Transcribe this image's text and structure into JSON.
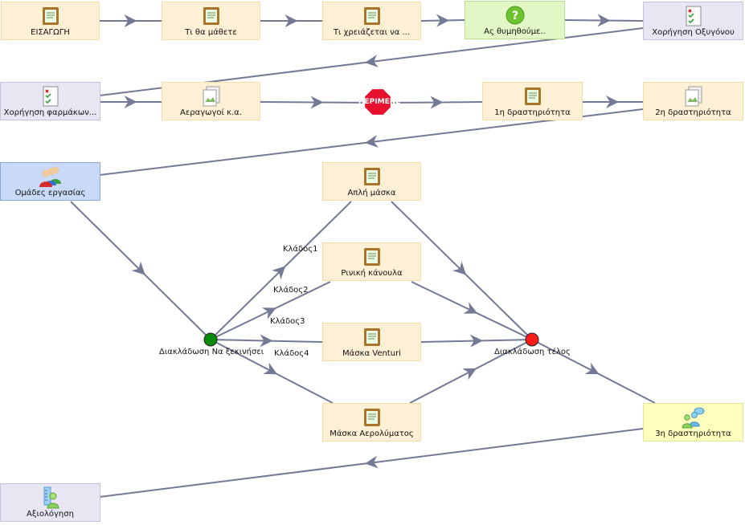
{
  "nodes": [
    {
      "id": "eisagogi",
      "label": "ΕΙΣΑΓΩΓΗ",
      "style": "activity",
      "icon": "notebook-icon"
    },
    {
      "id": "ti-tha-mathete",
      "label": "Τι θα μάθετε",
      "style": "activity",
      "icon": "notebook-icon"
    },
    {
      "id": "ti-xreiazetai",
      "label": "Τι χρειάζεται να ...",
      "style": "activity",
      "icon": "notebook-icon"
    },
    {
      "id": "as-thymithoume",
      "label": "Ας θυμηθούμε..",
      "style": "quiz",
      "icon": "question-icon"
    },
    {
      "id": "xorigisi-oxygonou",
      "label": "Χορήγηση Οξυγόνου",
      "style": "purple",
      "icon": "checklist-icon"
    },
    {
      "id": "xorigisi-farmakon",
      "label": "Χορήγηση φαρμάκων...",
      "style": "purple",
      "icon": "checklist-icon"
    },
    {
      "id": "aeragogoi",
      "label": "Αεραγωγοί κ.α.",
      "style": "activity",
      "icon": "resources-icon"
    },
    {
      "id": "drastiriotita-1",
      "label": "1η δραστηριότητα",
      "style": "activity",
      "icon": "notebook-icon"
    },
    {
      "id": "drastiriotita-2",
      "label": "2η δραστηριότητα",
      "style": "activity",
      "icon": "resources-icon"
    },
    {
      "id": "omades-ergasias",
      "label": "Ομάδες εργασίας",
      "style": "blue",
      "icon": "group-icon"
    },
    {
      "id": "apli-maska",
      "label": "Απλή μάσκα",
      "style": "activity",
      "icon": "notebook-icon"
    },
    {
      "id": "riniki-kanoula",
      "label": "Ρινική κάνουλα",
      "style": "activity",
      "icon": "notebook-icon"
    },
    {
      "id": "maska-venturi",
      "label": "Μάσκα Venturi",
      "style": "activity",
      "icon": "notebook-icon"
    },
    {
      "id": "maska-aerolymatos",
      "label": "Μάσκα Αερολύματος",
      "style": "activity",
      "icon": "notebook-icon"
    },
    {
      "id": "drastiriotita-3",
      "label": "3η δραστηριότητα",
      "style": "yellow",
      "icon": "chat-icon"
    },
    {
      "id": "axiologisi",
      "label": "Αξιολόγηση",
      "style": "purple",
      "icon": "assessment-icon"
    }
  ],
  "gates": {
    "stop_label": "ΠΕΡΙΜΕΝΕ",
    "branch_start_label": "Διακλάδωση Να ξεκινήσει",
    "branch_end_label": "Διακλάδωση τέλος",
    "branch_start_color": "#0a8a0a",
    "branch_end_color": "#ff1a1a"
  },
  "branch_labels": [
    "Κλάδος1",
    "Κλάδος2",
    "Κλάδος3",
    "Κλάδος4"
  ],
  "colors": {
    "connector": "#737a96",
    "activity_bg": "#fdf0d5",
    "quiz_bg": "#e2f7c6",
    "purple_bg": "#e8e6f2",
    "blue_bg": "#c9daf8",
    "yellow_bg": "#ffffbe",
    "stop": "#e8112d"
  }
}
